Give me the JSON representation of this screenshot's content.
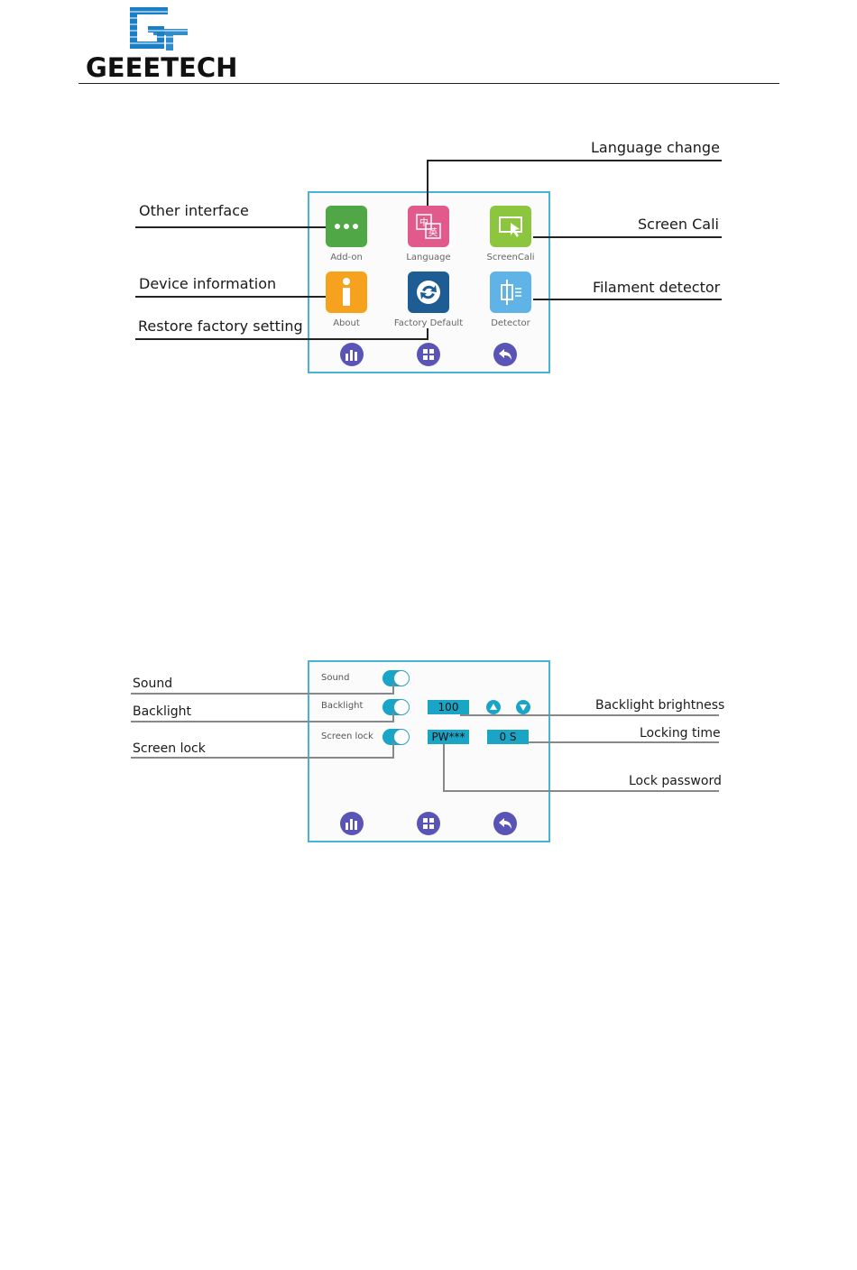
{
  "header": {
    "brand": "GEEETECH",
    "colors": {
      "logo": "#1a7fc4",
      "rule": "#222222"
    }
  },
  "screen1": {
    "tiles": [
      {
        "label": "Add-on",
        "icon": "dots-icon",
        "color": "#4fa845"
      },
      {
        "label": "Language",
        "icon": "language-icon",
        "color": "#e25a8c"
      },
      {
        "label": "ScreenCali",
        "icon": "screen-cali-icon",
        "color": "#8cc63e"
      },
      {
        "label": "About",
        "icon": "info-icon",
        "color": "#f6a21e"
      },
      {
        "label": "Factory Default",
        "icon": "refresh-icon",
        "color": "#1d5d94"
      },
      {
        "label": "Detector",
        "icon": "detector-icon",
        "color": "#5fb3e6"
      }
    ],
    "nav": [
      "stats-icon",
      "menu-grid-icon",
      "back-icon"
    ],
    "callouts": {
      "language_change": "Language change",
      "other_interface": "Other interface",
      "screen_cali": "Screen Cali",
      "device_information": "Device information",
      "filament_detector": "Filament detector",
      "restore_factory": "Restore factory setting"
    }
  },
  "screen2": {
    "rows": {
      "sound": "Sound",
      "backlight": "Backlight",
      "screen_lock": "Screen lock"
    },
    "brightness_value": "100",
    "password_value": "PW***",
    "lock_time_value": "0 S",
    "callouts": {
      "sound": "Sound",
      "backlight": "Backlight",
      "screen_lock": "Screen lock",
      "backlight_brightness": "Backlight brightness",
      "locking_time": "Locking time",
      "lock_password": "Lock password"
    }
  },
  "colors": {
    "frame": "#46b4d6",
    "accent": "#1aa5c7",
    "nav": "#5a54b7"
  }
}
